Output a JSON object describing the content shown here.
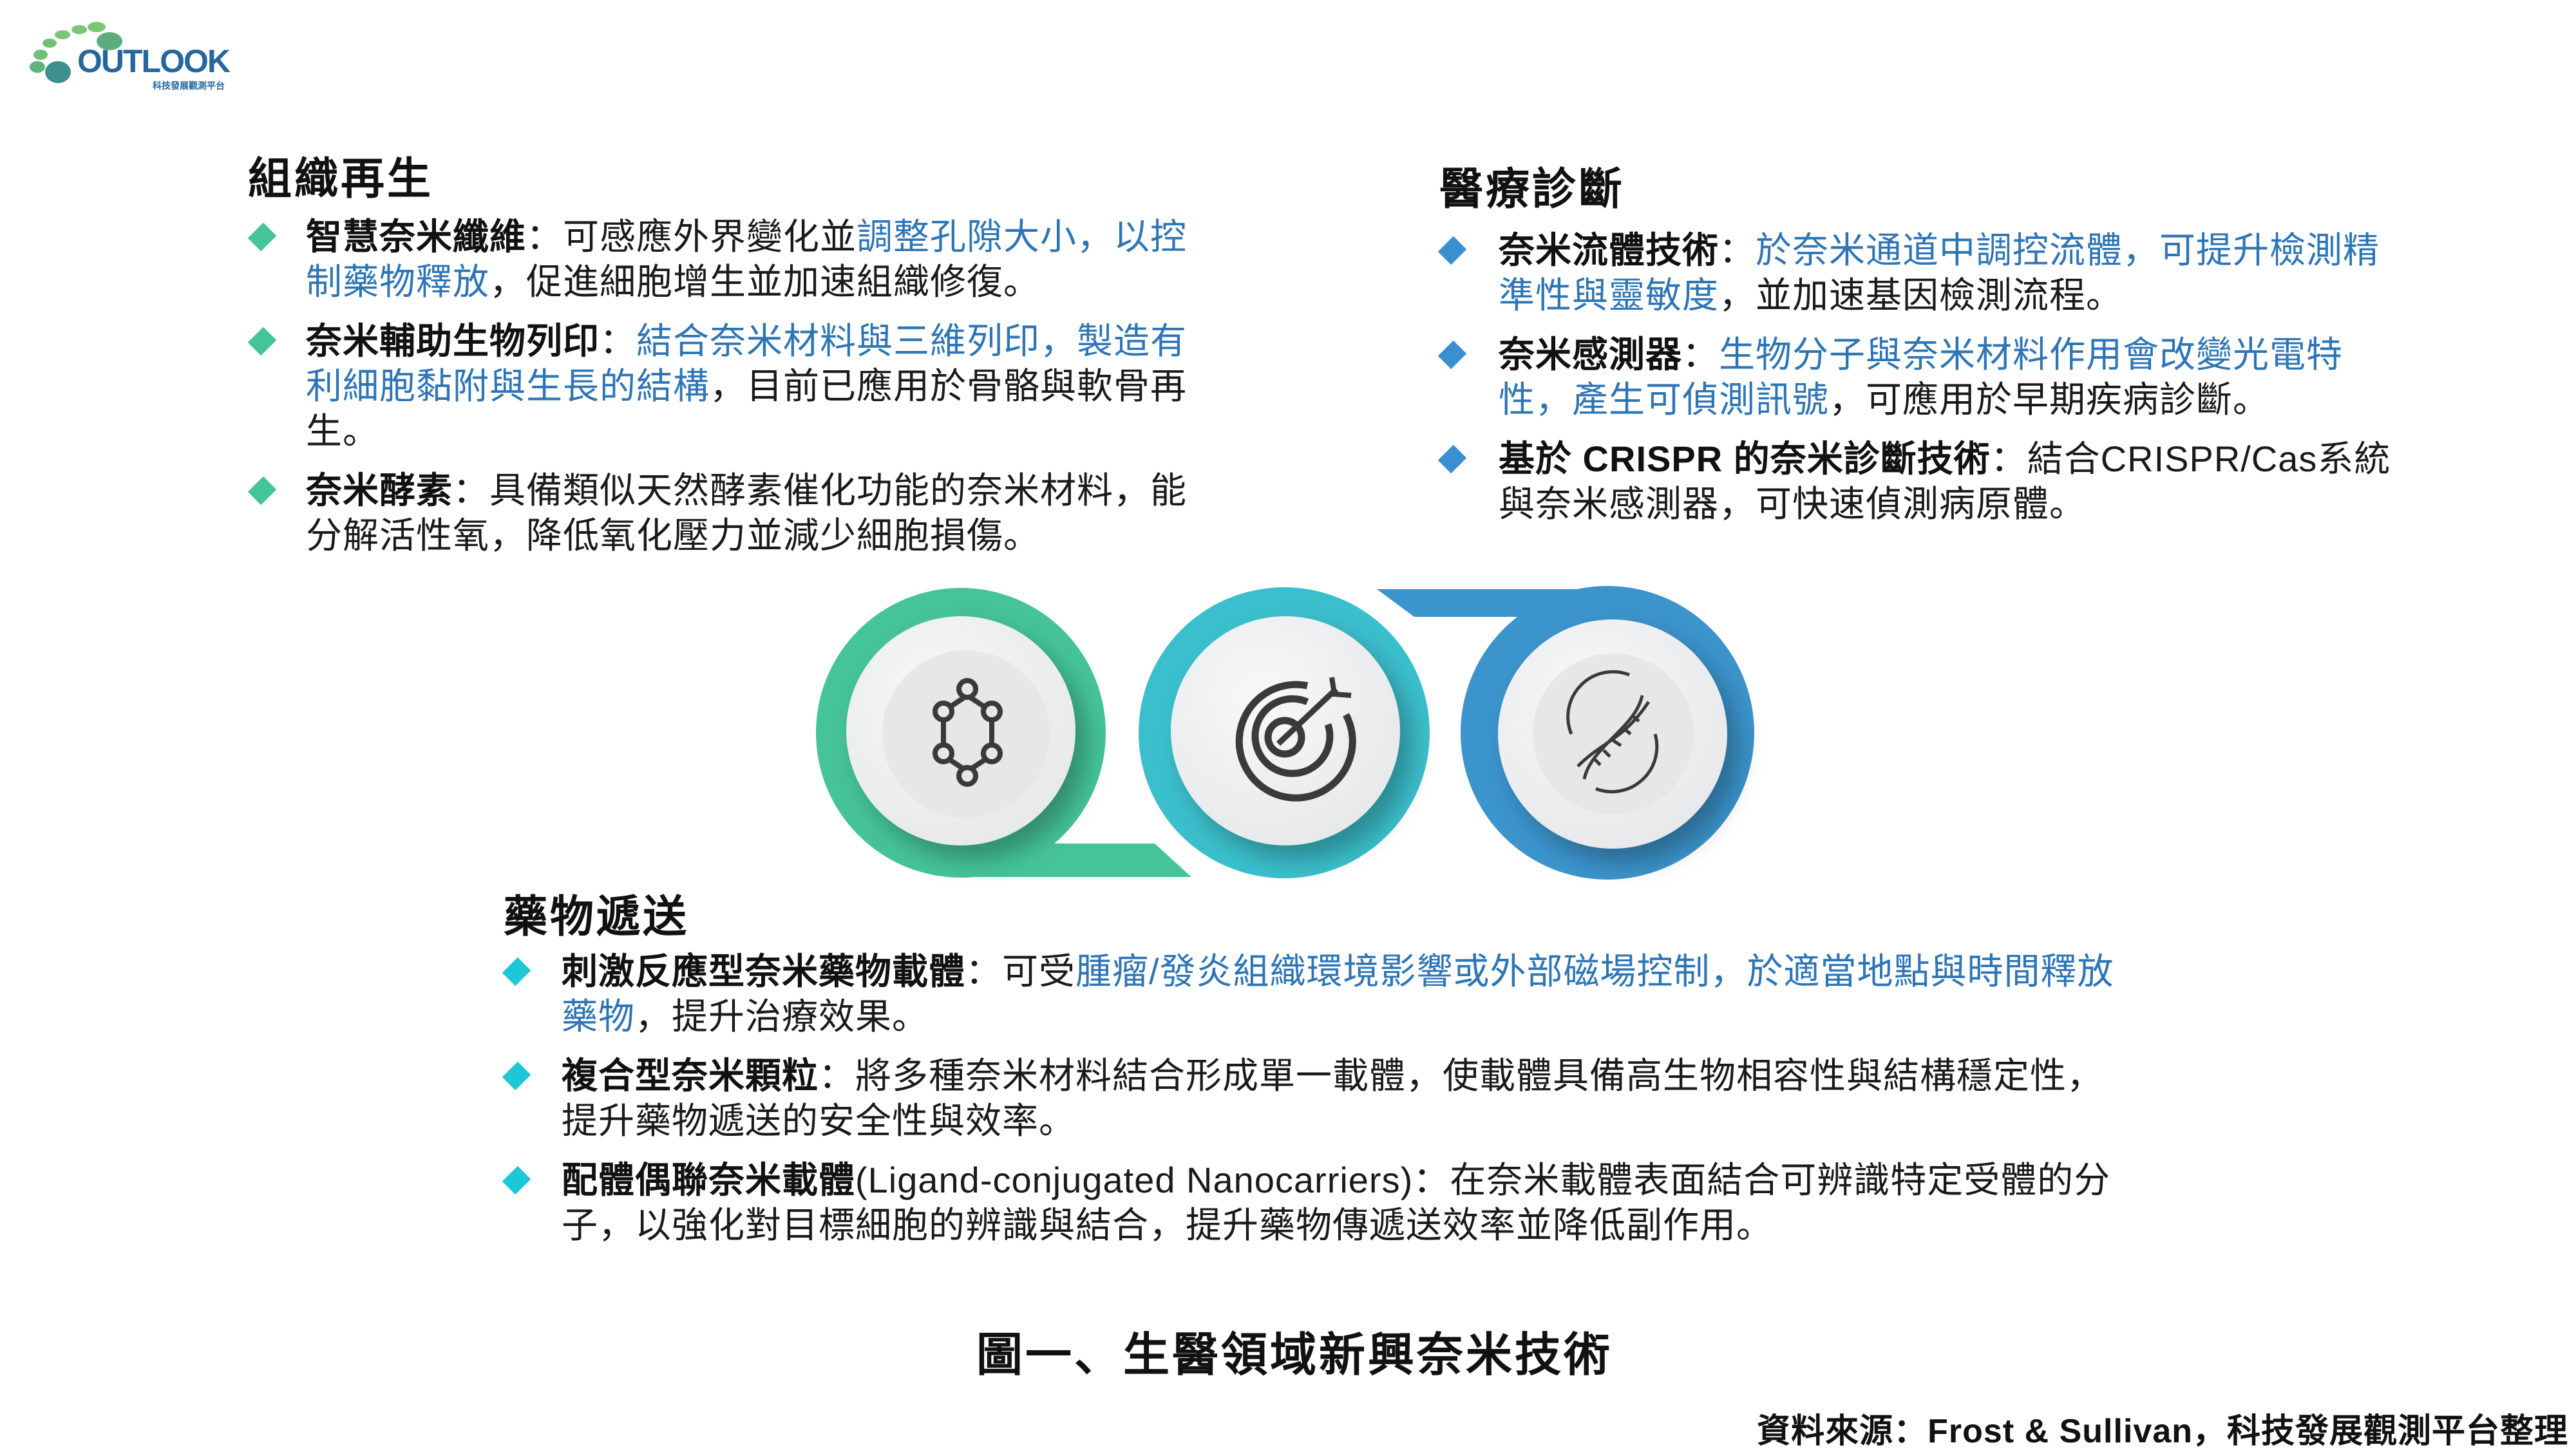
{
  "logo": {
    "name": "OUTLOOK",
    "subtitle": "科技發展觀測平台"
  },
  "colors": {
    "green": "#45c497",
    "cyan": "#3bbfcc",
    "blue": "#3b94cc",
    "link_blue": "#2e75b6",
    "diamond_left": "#45c497",
    "diamond_right": "#3a8fd0",
    "diamond_bottom": "#1cc7d6"
  },
  "sections": {
    "left": {
      "title": "組織再生",
      "icon": "molecule-icon",
      "items": [
        {
          "segments": [
            {
              "t": "智慧奈米纖維",
              "s": "b"
            },
            {
              "t": "：可感應外界變化並",
              "s": "p"
            },
            {
              "t": "調整孔隙大小，以控制藥物釋放",
              "s": "blue"
            },
            {
              "t": "，促進細胞增生並加速組織修復。",
              "s": "p"
            }
          ]
        },
        {
          "segments": [
            {
              "t": "奈米輔助生物列印",
              "s": "b"
            },
            {
              "t": "：",
              "s": "p"
            },
            {
              "t": "結合奈米材料與三維列印，製造有利細胞黏附與生長的結構",
              "s": "blue"
            },
            {
              "t": "，目前已應用於骨骼與軟骨再生。",
              "s": "p"
            }
          ]
        },
        {
          "segments": [
            {
              "t": "奈米酵素",
              "s": "b"
            },
            {
              "t": "：具備類似天然酵素催化功能的奈米材料，能分解活性氧，降低氧化壓力並減少細胞損傷。",
              "s": "p"
            }
          ]
        }
      ]
    },
    "right": {
      "title": "醫療診斷",
      "icon": "dna-icon",
      "items": [
        {
          "segments": [
            {
              "t": "奈米流體技術",
              "s": "b"
            },
            {
              "t": "：",
              "s": "p"
            },
            {
              "t": "於奈米通道中調控流體，可提升檢測精準性與靈敏度",
              "s": "blue"
            },
            {
              "t": "，並加速基因檢測流程。",
              "s": "p"
            }
          ]
        },
        {
          "segments": [
            {
              "t": "奈米感測器",
              "s": "b"
            },
            {
              "t": "：",
              "s": "p"
            },
            {
              "t": "生物分子與奈米材料作用會改變光電特性，產生可偵測訊號",
              "s": "blue"
            },
            {
              "t": "，可應用於早期疾病診斷。",
              "s": "p"
            }
          ]
        },
        {
          "segments": [
            {
              "t": "基於 CRISPR 的奈米診斷技術",
              "s": "b"
            },
            {
              "t": "：結合CRISPR/Cas系統與奈米感測器，可快速偵測病原體。",
              "s": "p"
            }
          ]
        }
      ]
    },
    "bottom": {
      "title": "藥物遞送",
      "icon": "target-icon",
      "items": [
        {
          "segments": [
            {
              "t": "刺激反應型奈米藥物載體",
              "s": "b"
            },
            {
              "t": "：可受",
              "s": "p"
            },
            {
              "t": "腫瘤/發炎組織環境影響或外部磁場控制，於適當地點與時間釋放藥物",
              "s": "blue"
            },
            {
              "t": "，提升治療效果。",
              "s": "p"
            }
          ]
        },
        {
          "segments": [
            {
              "t": "複合型奈米顆粒",
              "s": "b"
            },
            {
              "t": "：將多種奈米材料結合形成單一載體，使載體具備高生物相容性與結構穩定性，提升藥物遞送的安全性與效率。",
              "s": "p"
            }
          ]
        },
        {
          "segments": [
            {
              "t": "配體偶聯奈米載體",
              "s": "b"
            },
            {
              "t": "(Ligand-conjugated Nanocarriers)：在奈米載體表面結合可辨識特定受體的分子，以強化對目標細胞的辨識與結合，提升藥物傳遞送效率並降低副作用。",
              "s": "p"
            }
          ]
        }
      ]
    }
  },
  "caption": "圖一、生醫領域新興奈米技術",
  "source": "資料來源：Frost & Sullivan，科技發展觀測平台整理"
}
